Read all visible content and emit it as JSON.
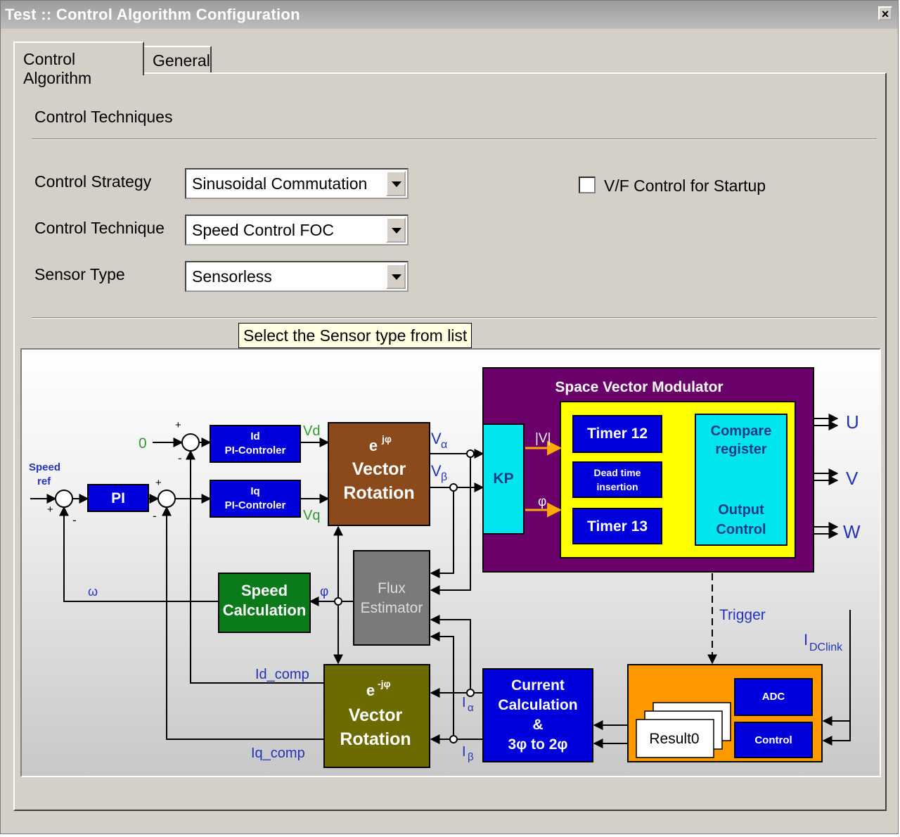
{
  "window": {
    "title": "Test :: Control Algorithm Configuration",
    "close": "×"
  },
  "tabs": [
    {
      "label": "Control Algorithm"
    },
    {
      "label": "General"
    }
  ],
  "section": {
    "title": "Control Techniques"
  },
  "form": {
    "strategy": {
      "label": "Control Strategy",
      "value": "Sinusoidal Commutation"
    },
    "technique": {
      "label": "Control Technique",
      "value": "Speed Control FOC"
    },
    "sensor": {
      "label": "Sensor Type",
      "value": "Sensorless"
    },
    "vf_startup": {
      "label": "V/F Control for Startup",
      "checked": false
    }
  },
  "tooltip": "Select the Sensor type from list",
  "diagram": {
    "svm_title": "Space Vector Modulator",
    "timer12": "Timer 12",
    "dead_time_1": "Dead time",
    "dead_time_2": "insertion",
    "timer13": "Timer 13",
    "compare_1": "Compare",
    "compare_2": "register",
    "output_1": "Output",
    "output_2": "Control",
    "kp": "KP",
    "pi": "PI",
    "id_ctrl_1": "Id",
    "id_ctrl_2": "PI-Controler",
    "iq_ctrl_1": "Iq",
    "iq_ctrl_2": "PI-Controler",
    "vr_top_1": "e",
    "vr_top_exp": "jφ",
    "vr_top_2": "Vector",
    "vr_top_3": "Rotation",
    "vr_bot_1": "e",
    "vr_bot_exp": "-jφ",
    "vr_bot_2": "Vector",
    "vr_bot_3": "Rotation",
    "flux_1": "Flux",
    "flux_2": "Estimator",
    "speed_calc_1": "Speed",
    "speed_calc_2": "Calculation",
    "current_1": "Current",
    "current_2": "Calculation",
    "current_3": "&",
    "current_4": "3φ to 2φ",
    "adc": "ADC",
    "control": "Control",
    "result": "Result0",
    "speed_ref_1": "Speed",
    "speed_ref_2": "ref",
    "zero": "0",
    "vd": "Vd",
    "vq": "Vq",
    "v_alpha": "V",
    "v_alpha_sub": "α",
    "v_beta": "V",
    "v_beta_sub": "β",
    "mag_v": "|V|",
    "phi": "φ",
    "phi2": "φ",
    "omega": "ω",
    "id_comp": "Id_comp",
    "iq_comp": "Iq_comp",
    "i_alpha": "I",
    "i_alpha_sub": "α",
    "i_beta": "I",
    "i_beta_sub": "β",
    "trigger": "Trigger",
    "idclink": "I",
    "idclink_sub": "DClink",
    "out_u": "U",
    "out_v": "V",
    "out_w": "W",
    "plus": "+",
    "minus": "-"
  },
  "colors": {
    "svm_purple": "#6b006b",
    "svm_yellow": "#ffff00",
    "block_blue": "#0000dd",
    "kp_cyan": "#00e5ee",
    "brown": "#8b4a1c",
    "olive": "#6b6b00",
    "green": "#0a7a1a",
    "flux_gray": "#7a7a7a",
    "orange": "#ff9900",
    "signal_blue": "#2233bb",
    "signal_green": "#339933"
  }
}
